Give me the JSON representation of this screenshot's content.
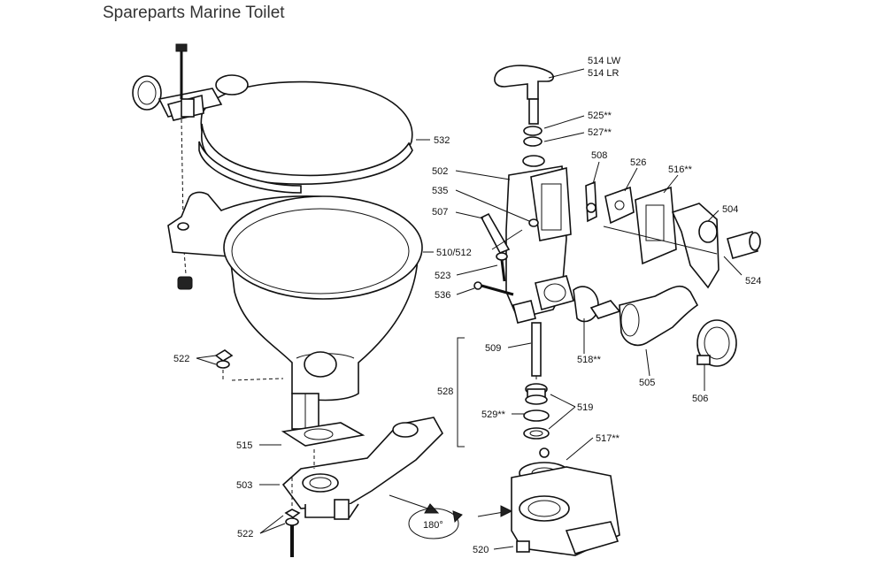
{
  "title": "Spareparts Marine Toilet",
  "rotation_label": "180°",
  "parts": [
    {
      "id": "532"
    },
    {
      "id": "510/512"
    },
    {
      "id": "522"
    },
    {
      "id": "515"
    },
    {
      "id": "503"
    },
    {
      "id": "522b",
      "text": "522"
    },
    {
      "id": "514 LW"
    },
    {
      "id": "514 LR"
    },
    {
      "id": "525**"
    },
    {
      "id": "527**"
    },
    {
      "id": "502"
    },
    {
      "id": "535"
    },
    {
      "id": "507"
    },
    {
      "id": "508"
    },
    {
      "id": "526"
    },
    {
      "id": "516**"
    },
    {
      "id": "504"
    },
    {
      "id": "524"
    },
    {
      "id": "523"
    },
    {
      "id": "536"
    },
    {
      "id": "509"
    },
    {
      "id": "518**"
    },
    {
      "id": "505"
    },
    {
      "id": "506"
    },
    {
      "id": "528"
    },
    {
      "id": "519"
    },
    {
      "id": "529**"
    },
    {
      "id": "517**"
    },
    {
      "id": "520"
    }
  ],
  "labels": {
    "p532": "532",
    "p510": "510/512",
    "p522a": "522",
    "p515": "515",
    "p503": "503",
    "p522b": "522",
    "p514lw": "514 LW",
    "p514lr": "514 LR",
    "p525": "525**",
    "p527": "527**",
    "p502": "502",
    "p535": "535",
    "p507": "507",
    "p508": "508",
    "p526": "526",
    "p516": "516**",
    "p504": "504",
    "p524": "524",
    "p523": "523",
    "p536": "536",
    "p509": "509",
    "p518": "518**",
    "p505": "505",
    "p506": "506",
    "p528": "528",
    "p519": "519",
    "p529": "529**",
    "p517": "517**",
    "p520": "520"
  }
}
